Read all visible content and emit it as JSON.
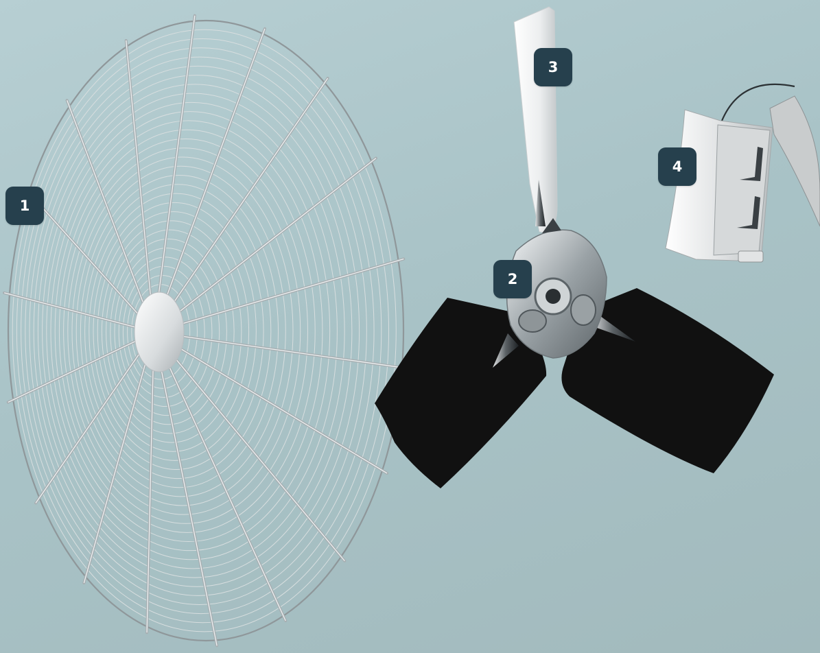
{
  "colors": {
    "background": "#abc4c8",
    "badge": "#26404d",
    "badge_text": "#ffffff",
    "blade_dark": "#111111",
    "blade_light": "#f2f2f2",
    "metal": "#c9ced0"
  },
  "callouts": [
    {
      "label": "1",
      "part": "guard-grille"
    },
    {
      "label": "2",
      "part": "hub-assembly"
    },
    {
      "label": "3",
      "part": "blade"
    },
    {
      "label": "4",
      "part": "mounting-bracket"
    }
  ]
}
